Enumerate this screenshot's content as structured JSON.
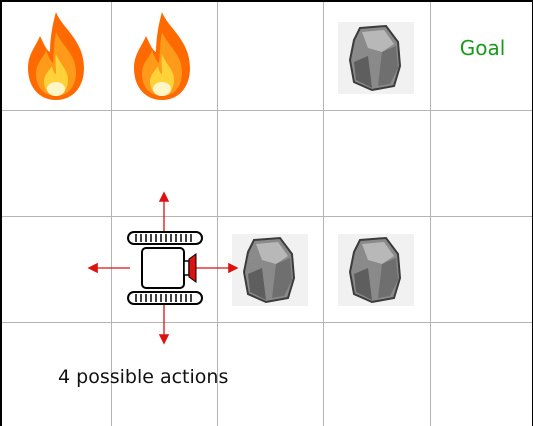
{
  "grid": {
    "rows": 4,
    "cols": 5
  },
  "cells": [
    {
      "row": 0,
      "col": 0,
      "content": "fire"
    },
    {
      "row": 0,
      "col": 1,
      "content": "fire"
    },
    {
      "row": 0,
      "col": 3,
      "content": "rock"
    },
    {
      "row": 0,
      "col": 4,
      "content": "goal"
    },
    {
      "row": 2,
      "col": 1,
      "content": "robot"
    },
    {
      "row": 2,
      "col": 2,
      "content": "rock"
    },
    {
      "row": 2,
      "col": 3,
      "content": "rock"
    }
  ],
  "goal": {
    "label": "Goal",
    "color": "#1a9a1a"
  },
  "robot": {
    "actions": [
      "up",
      "down",
      "left",
      "right"
    ],
    "facing": "right"
  },
  "annotation": {
    "text": "4 possible actions",
    "arrow_color": "#dd1111"
  },
  "colors": {
    "grid": "#b4b4b4",
    "rock": "#8a8a8a",
    "fire_outer": "#ff6a00",
    "fire_inner": "#ffd23a"
  }
}
